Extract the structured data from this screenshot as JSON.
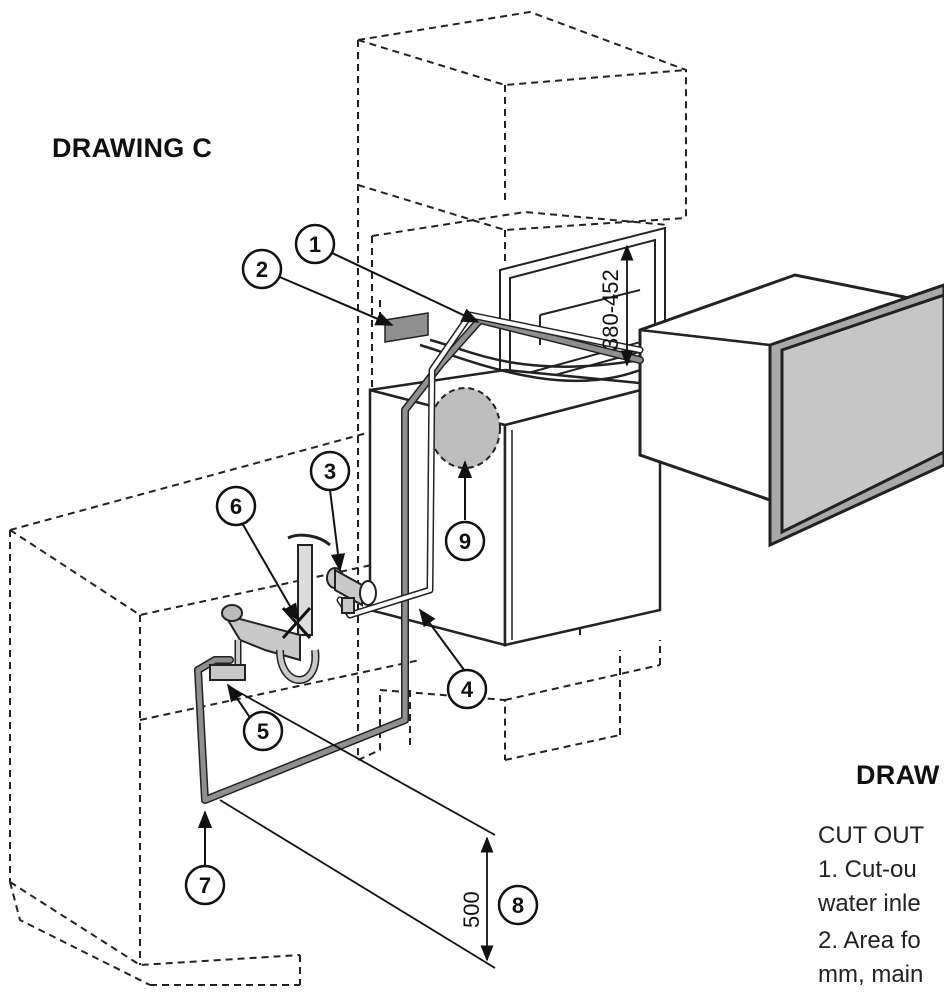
{
  "headings": {
    "drawing_c": "DRAWING C",
    "drawing_partial": "DRAW"
  },
  "notes": {
    "cut_out": "CUT OUT",
    "line1": "1. Cut-ou",
    "line2": "water inle",
    "line3": "2. Area fo",
    "line4": "mm, main"
  },
  "callouts": [
    "1",
    "2",
    "3",
    "4",
    "5",
    "6",
    "7",
    "8",
    "9"
  ],
  "dimensions": {
    "niche_height": "380-452",
    "floor_height": "500"
  },
  "colors": {
    "line": "#222222",
    "hose": "#8f8f8f",
    "panel": "#bdbdbd",
    "front": "#a9a9a9"
  }
}
